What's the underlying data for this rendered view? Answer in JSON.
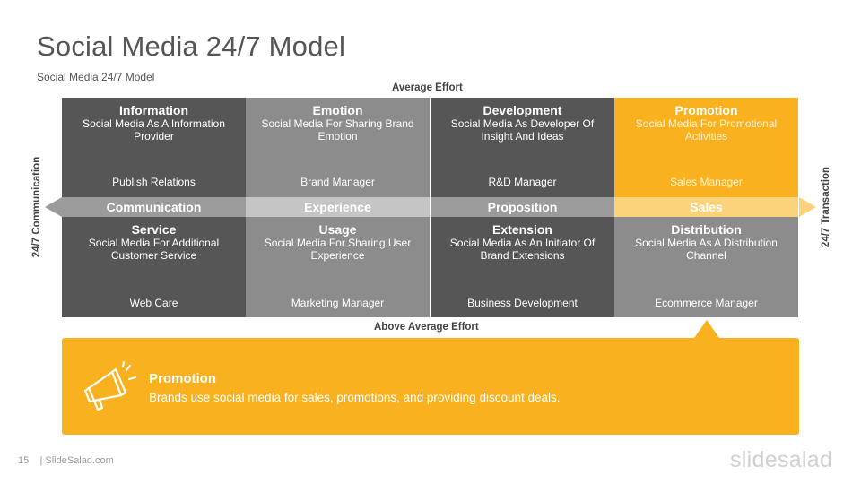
{
  "title": "Social Media 24/7 Model",
  "subtitle": "Social Media 24/7 Model",
  "axes": {
    "top": "Average Effort",
    "bottom": "Above Average Effort",
    "left": "24/7 Communication",
    "right": "24/7 Transaction"
  },
  "top_row": [
    {
      "title": "Information",
      "desc": "Social Media As A Information Provider",
      "role": "Publish Relations"
    },
    {
      "title": "Emotion",
      "desc": "Social Media For Sharing Brand Emotion",
      "role": "Brand Manager"
    },
    {
      "title": "Development",
      "desc": "Social Media As Developer Of Insight And Ideas",
      "role": "R&D Manager"
    },
    {
      "title": "Promotion",
      "desc": "Social Media For Promotional Activities",
      "role": "Sales Manager"
    }
  ],
  "band": [
    "Communication",
    "Experience",
    "Proposition",
    "Sales"
  ],
  "bottom_row": [
    {
      "title": "Service",
      "desc": "Social Media For Additional Customer Service",
      "role": "Web Care"
    },
    {
      "title": "Usage",
      "desc": "Social Media For Sharing User Experience",
      "role": "Marketing Manager"
    },
    {
      "title": "Extension",
      "desc": "Social Media As An Initiator Of Brand Extensions",
      "role": "Business Development"
    },
    {
      "title": "Distribution",
      "desc": "Social Media As A Distribution Channel",
      "role": "Ecommerce Manager"
    }
  ],
  "callout": {
    "title": "Promotion",
    "text": "Brands use social media for sales, promotions, and providing discount deals.",
    "icon": "megaphone-icon"
  },
  "footer": {
    "page": "15",
    "source": "| SlideSalad.com"
  },
  "brand": "slidesalad",
  "colors": {
    "dark": "#565656",
    "mid": "#8c8c8c",
    "yellow": "#f9b120",
    "band_dark": "#9b9b9b",
    "band_light": "#c5c5c5",
    "band_yellow": "#fcd27a"
  }
}
